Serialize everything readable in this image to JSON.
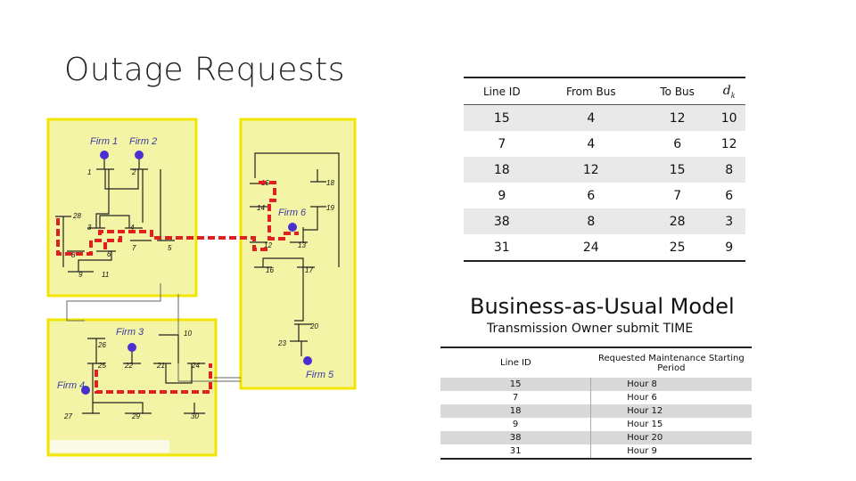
{
  "title": "Outage Requests",
  "diagram": {
    "firms": [
      "Firm 1",
      "Firm 2",
      "Firm 3",
      "Firm 4",
      "Firm 5",
      "Firm 6"
    ],
    "buses": [
      "1",
      "2",
      "3",
      "4",
      "5",
      "6",
      "7",
      "8",
      "9",
      "10",
      "11",
      "12",
      "13",
      "14",
      "15",
      "16",
      "17",
      "18",
      "19",
      "20",
      "21",
      "22",
      "23",
      "24",
      "25",
      "26",
      "27",
      "28",
      "29",
      "30"
    ]
  },
  "table1": {
    "headers": [
      "Line ID",
      "From Bus",
      "To Bus",
      "d_k"
    ],
    "rows": [
      [
        "15",
        "4",
        "12",
        "10"
      ],
      [
        "7",
        "4",
        "6",
        "12"
      ],
      [
        "18",
        "12",
        "15",
        "8"
      ],
      [
        "9",
        "6",
        "7",
        "6"
      ],
      [
        "38",
        "8",
        "28",
        "3"
      ],
      [
        "31",
        "24",
        "25",
        "9"
      ]
    ]
  },
  "section_title": "Business-as-Usual Model",
  "section_subtitle": "Transmission Owner submit TIME",
  "table2": {
    "headers": [
      "Line ID",
      "Requested Maintenance Starting Period"
    ],
    "rows": [
      [
        "15",
        "Hour 8"
      ],
      [
        "7",
        "Hour 6"
      ],
      [
        "18",
        "Hour 12"
      ],
      [
        "9",
        "Hour 15"
      ],
      [
        "38",
        "Hour 20"
      ],
      [
        "31",
        "Hour 9"
      ]
    ]
  }
}
